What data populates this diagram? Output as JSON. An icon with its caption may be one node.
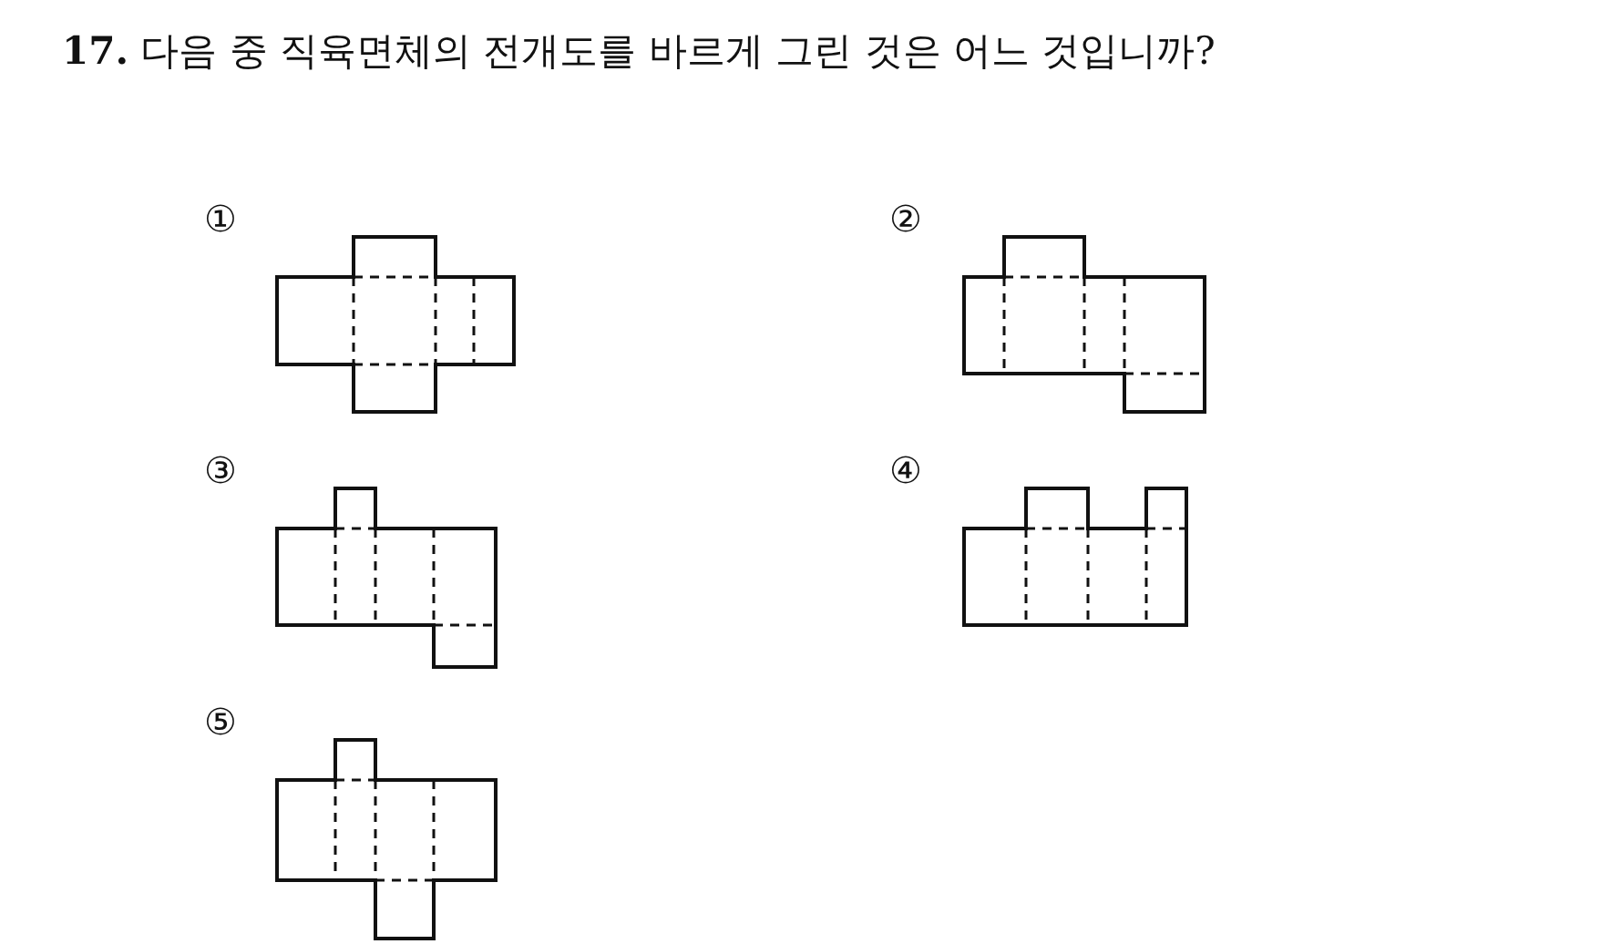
{
  "diagram": {
    "title": "**17.**  다음 중 직육면체의 전개도를 바르게 그린 것은 어느 것입니까?",
    "labels": [
      "①",
      "②",
      "③",
      "④",
      "⑤"
    ]
  }
}
